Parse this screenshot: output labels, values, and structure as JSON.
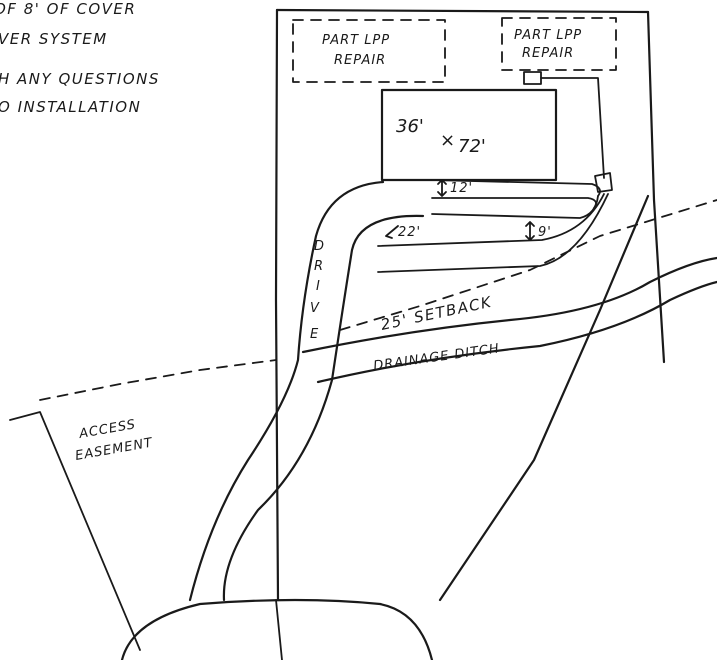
{
  "notes": {
    "line1": "OF 8' OF COVER",
    "line2": "VER SYSTEM",
    "line3": "H ANY QUESTIONS",
    "line4": "O INSTALLATION"
  },
  "repair_areas": {
    "left_line1": "PART LPP",
    "left_line2": "REPAIR",
    "right_line1": "PART LPP",
    "right_line2": "REPAIR"
  },
  "house": {
    "width": "36'",
    "length": "72'"
  },
  "dimensions": {
    "house_to_line": "12'",
    "line_spacing": "9'",
    "offset": "22'"
  },
  "drive": {
    "letters": [
      "D",
      "R",
      "I",
      "V",
      "E"
    ]
  },
  "labels": {
    "setback": "25' SETBACK",
    "ditch": "DRAINAGE DITCH",
    "access_line1": "ACCESS",
    "access_line2": "EASEMENT"
  }
}
